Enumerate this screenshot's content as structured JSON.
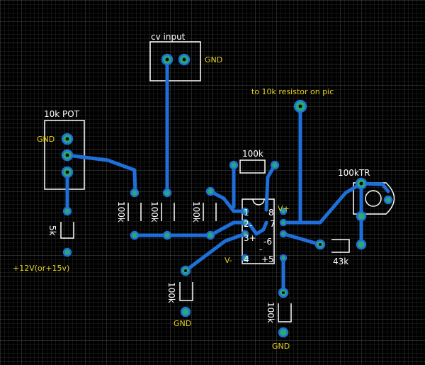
{
  "colors": {
    "background": "#000000",
    "grid": "#3a3a3a",
    "trace": "#1e6fd9",
    "pad": "#2aa876",
    "silk": "#ffffff",
    "label": "#e6d21e"
  },
  "labels": {
    "cv_input": "cv input",
    "gnd_cv": "GND",
    "to_resistor": "to 10k resistor on pic",
    "pot_title": "10k POT",
    "gnd_pot": "GND",
    "r5k": "5k",
    "supply": "+12V(or+15v)",
    "r100k_1": "100k",
    "r100k_2": "100k",
    "r100k_3": "100k",
    "r100k_top": "100k",
    "trimmer": "100kTR",
    "r43k": "43k",
    "r100k_low": "100k",
    "gnd_low": "GND",
    "r100k_right": "100k",
    "gnd_right": "GND",
    "vplus": "V+",
    "vminus": "V-",
    "ic_1": "1",
    "ic_2": "2",
    "ic_3": "3+",
    "ic_4": "4",
    "ic_5": "+5",
    "ic_6": "-6",
    "ic_7": "7",
    "ic_8": "8",
    "ic_minus_a": "-",
    "ic_minus_b": "-"
  }
}
